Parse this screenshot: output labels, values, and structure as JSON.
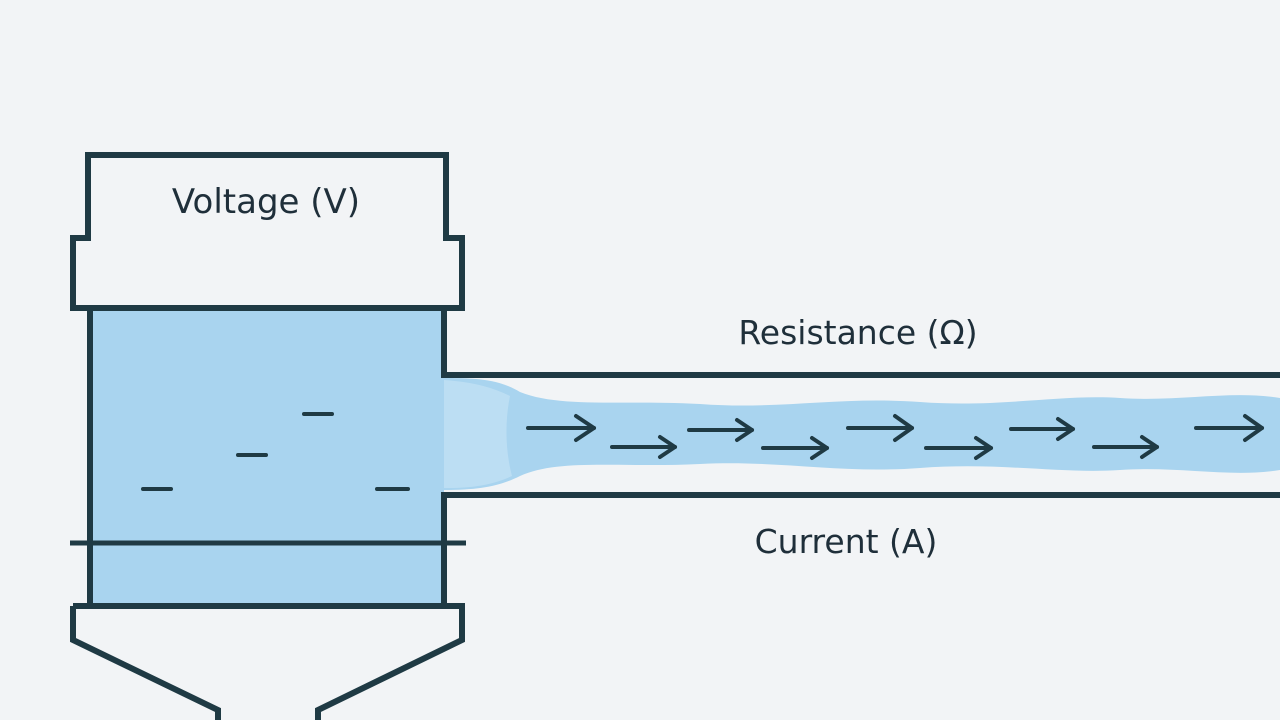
{
  "labels": {
    "voltage": "Voltage (V)",
    "resistance": "Resistance (Ω)",
    "current": "Current (A)"
  },
  "colors": {
    "background": "#f2f4f6",
    "outline": "#1f3a44",
    "water": "#a9d4ef",
    "water_light": "#c4e2f5",
    "text": "#1f2f3a"
  }
}
